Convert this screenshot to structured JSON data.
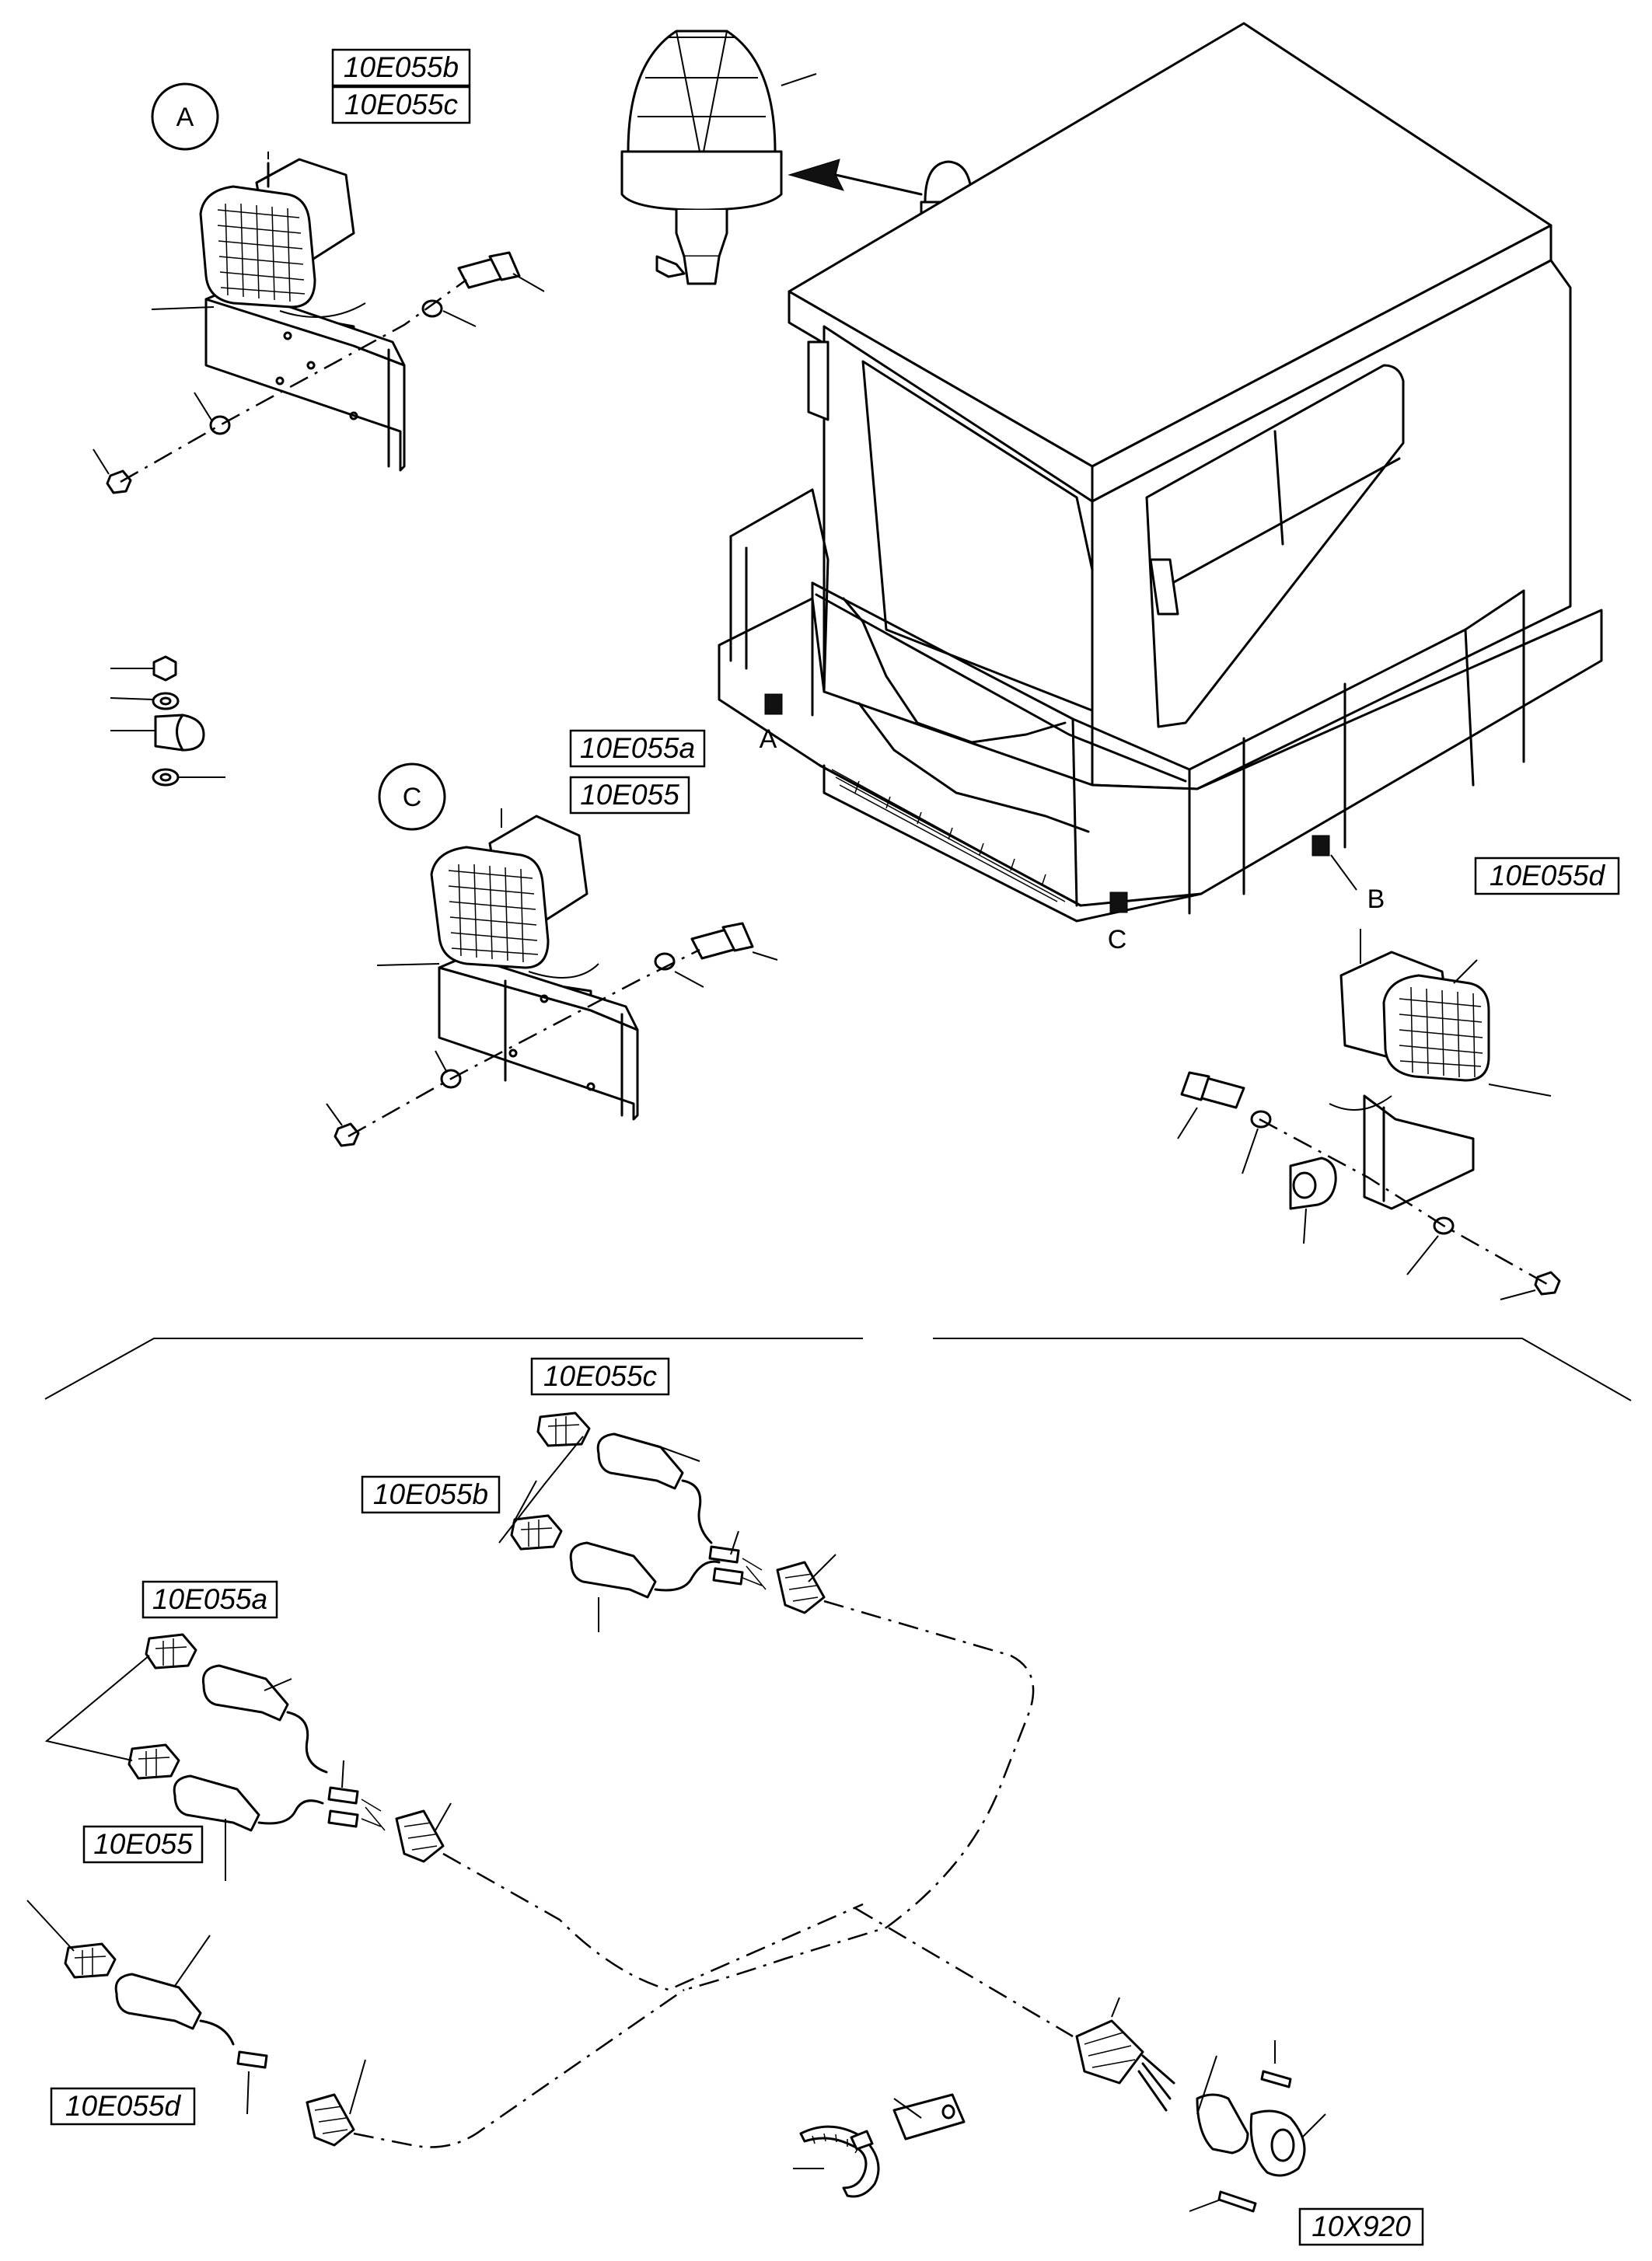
{
  "callouts": {
    "view_a": "A",
    "view_c": "C",
    "pos_a": "A",
    "pos_b": "B",
    "pos_c": "C"
  },
  "labels": {
    "top_b": "10E055b",
    "top_c": "10E055c",
    "mid_a": "10E055a",
    "mid_e": "10E055",
    "right_d": "10E055d",
    "harness_c": "10E055c",
    "harness_b": "10E055b",
    "harness_a": "10E055a",
    "harness_e": "10E055",
    "harness_d": "10E055d",
    "connector": "10X920"
  }
}
